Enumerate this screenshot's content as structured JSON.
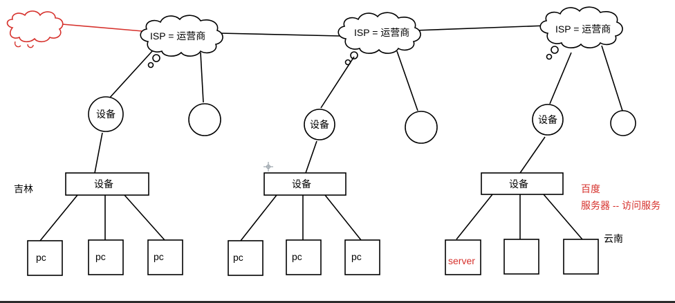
{
  "diagram": {
    "isp_clouds": [
      {
        "label": "ISP = 运营商"
      },
      {
        "label": "ISP = 运营商"
      },
      {
        "label": "ISP = 运营商"
      }
    ],
    "groups": [
      {
        "device_upper": "设备",
        "device_lower": "设备",
        "region_label": "吉林",
        "terminals": [
          "pc",
          "pc",
          "pc"
        ]
      },
      {
        "device_upper": "设备",
        "device_lower": "设备",
        "region_label": "",
        "terminals": [
          "pc",
          "pc",
          "pc"
        ]
      },
      {
        "device_upper": "设备",
        "device_lower": "设备",
        "region_label": "云南",
        "terminals": [
          "server",
          "",
          ""
        ]
      }
    ],
    "annotation": {
      "line1": "百度",
      "line2": "服务器 -- 访问服务"
    },
    "colors": {
      "accent_red": "#d6312c",
      "stroke": "#000000",
      "cursor": "#9aa3ab"
    },
    "icons": [
      "cloud-icon",
      "crosshair-cursor-icon"
    ]
  }
}
